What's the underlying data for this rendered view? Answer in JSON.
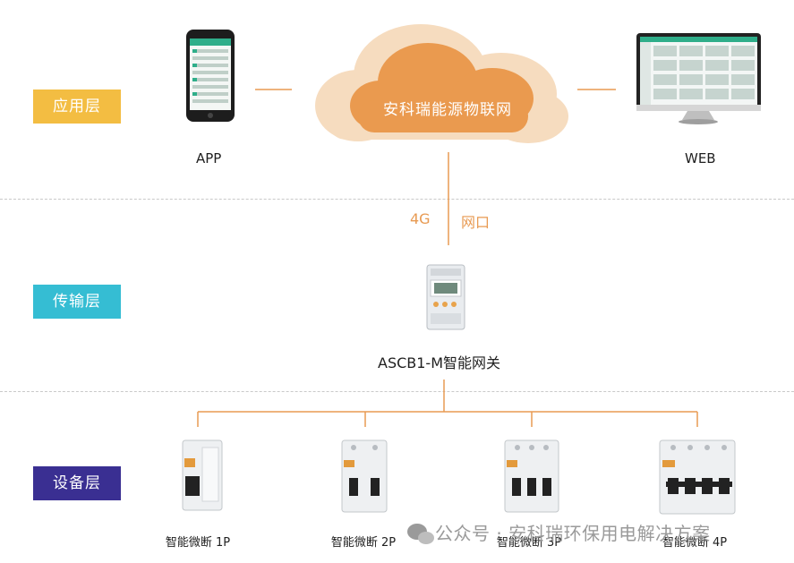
{
  "layers": {
    "application": {
      "label": "应用层",
      "color": "#f3bd42"
    },
    "transport": {
      "label": "传输层",
      "color": "#35bdd3"
    },
    "device": {
      "label": "设备层",
      "color": "#3a2f92"
    }
  },
  "cloud": {
    "label": "安科瑞能源物联网"
  },
  "app_label": "APP",
  "web_label": "WEB",
  "link": {
    "label_4g": "4G",
    "label_net": "网口"
  },
  "gateway_label": "ASCB1-M智能网关",
  "breakers": [
    {
      "label": "智能微断 1P"
    },
    {
      "label": "智能微断 2P"
    },
    {
      "label": "智能微断 3P"
    },
    {
      "label": "智能微断 4P"
    }
  ],
  "watermark": "公众号 · 安科瑞环保用电解决方案",
  "colors": {
    "accent": "#e89a52",
    "cloud_outer": "#f6dcbf",
    "cloud_inner": "#ea9a4f"
  }
}
